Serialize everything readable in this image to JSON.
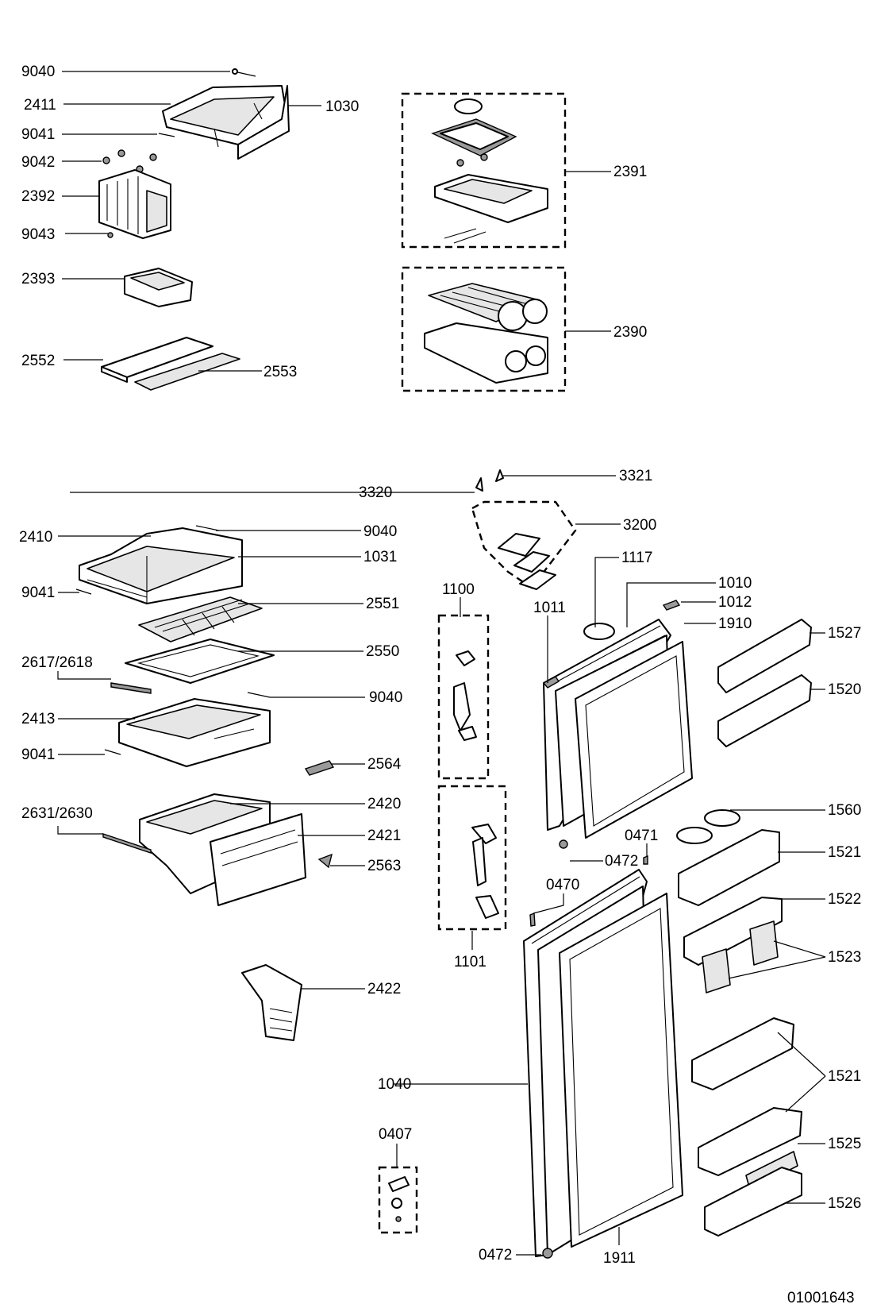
{
  "callouts": {
    "c9040a": "9040",
    "c2411": "2411",
    "c1030": "1030",
    "c9041a": "9041",
    "c9042": "9042",
    "c2392": "2392",
    "c9043": "9043",
    "c2393": "2393",
    "c2552": "2552",
    "c2553": "2553",
    "c2391": "2391",
    "c2390": "2390",
    "c3321": "3321",
    "c3320": "3320",
    "c3200": "3200",
    "c2410": "2410",
    "c9040b": "9040",
    "c1031": "1031",
    "c9041b": "9041",
    "c1100": "1100",
    "c1117": "1117",
    "c1010": "1010",
    "c1011": "1011",
    "c1012": "1012",
    "c2551": "2551",
    "c1910": "1910",
    "c1527": "1527",
    "c2550": "2550",
    "c2617": "2617/2618",
    "c9040c": "9040",
    "c1520": "1520",
    "c2413": "2413",
    "c9041c": "9041",
    "c2564": "2564",
    "c2420": "2420",
    "c2631": "2631/2630",
    "c1560": "1560",
    "c0471": "0471",
    "c2421": "2421",
    "c1521a": "1521",
    "c0472a": "0472",
    "c2563": "2563",
    "c0470": "0470",
    "c1522": "1522",
    "c1523": "1523",
    "c1101": "1101",
    "c2422": "2422",
    "c1521b": "1521",
    "c1040": "1040",
    "c0407": "0407",
    "c1525": "1525",
    "c1526": "1526",
    "c0472b": "0472",
    "c1911": "1911"
  },
  "drawing_number": "01001643"
}
